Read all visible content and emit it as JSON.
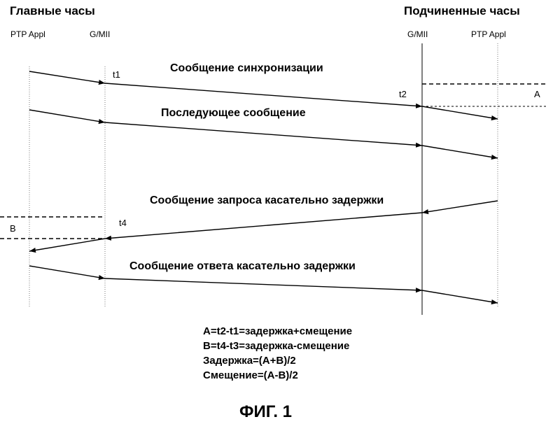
{
  "headers": {
    "master": "Главные часы",
    "slave": "Подчиненные часы"
  },
  "columns": {
    "master_ptp": "PTP Appl",
    "master_gmii": "G/MII",
    "slave_gmii": "G/MII",
    "slave_ptp": "PTP Appl"
  },
  "messages": {
    "sync": "Сообщение синхронизации",
    "follow_up": "Последующее сообщение",
    "delay_req": "Сообщение запроса касательно задержки",
    "delay_resp": "Сообщение ответа касательно задержки"
  },
  "timestamps": {
    "t1": "t1",
    "t2": "t2",
    "t4": "t4"
  },
  "intervals": {
    "a": "A",
    "b": "B"
  },
  "formulas": [
    "A=t2-t1=задержка+смещение",
    "B=t4-t3=задержка-смещение",
    "Задержка=(A+B)/2",
    "Смещение=(A-B)/2"
  ],
  "figure_caption": "ФИГ. 1"
}
